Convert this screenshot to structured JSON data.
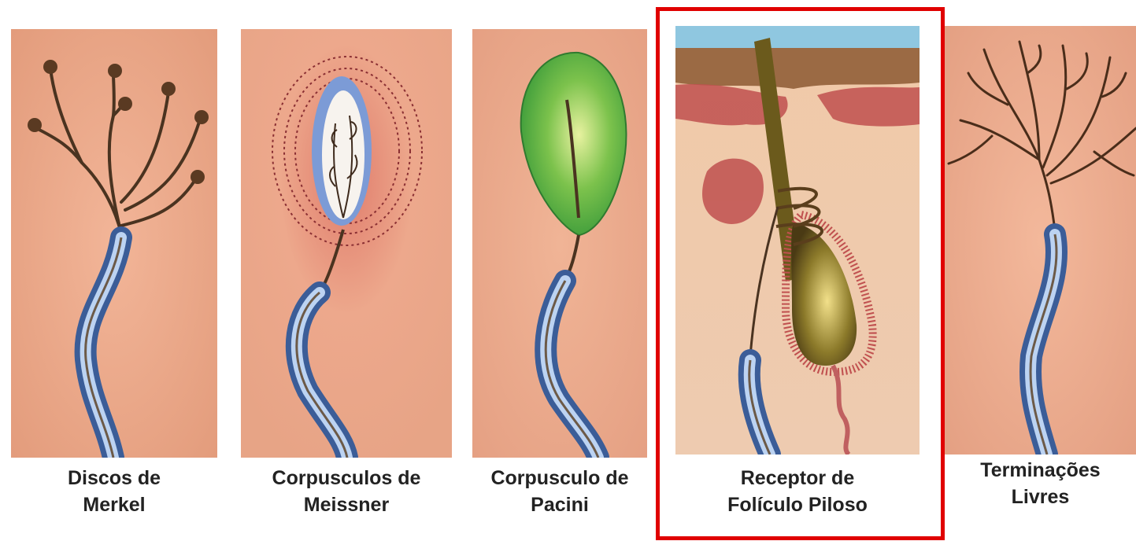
{
  "highlight_color": "#e00000",
  "colors": {
    "skin": "#eeaa8a",
    "myelin": "#7da4d8",
    "nerve": "#4a3320",
    "pacini": "#4cae3a"
  },
  "receptors": [
    {
      "line1": "Discos de",
      "line2": "Merkel"
    },
    {
      "line1": "Corpusculos de",
      "line2": "Meissner"
    },
    {
      "line1": "Corpusculo de",
      "line2": "Pacini"
    },
    {
      "line1": "Receptor de",
      "line2": "Folículo Piloso"
    },
    {
      "line1": "Terminações",
      "line2": "Livres"
    }
  ]
}
